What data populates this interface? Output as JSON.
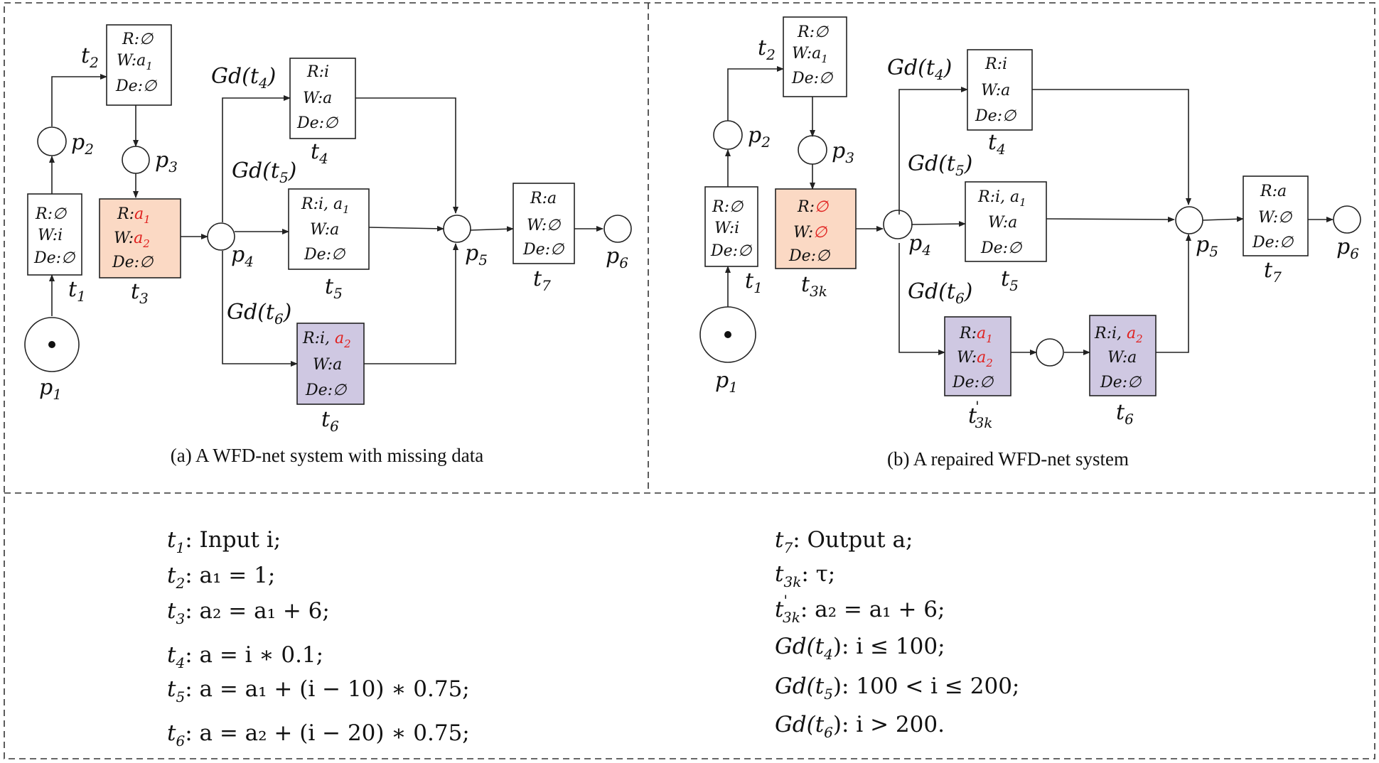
{
  "colors": {
    "orange_fill": "#fbd9c4",
    "purple_fill": "#cfc8e2",
    "red_text": "#e0201e",
    "line": "#222222"
  },
  "panel_a": {
    "caption": "(a) A WFD-net system with missing data",
    "places": {
      "p1": "p",
      "p1_sub": "1",
      "p2": "p",
      "p2_sub": "2",
      "p3": "p",
      "p3_sub": "3",
      "p4": "p",
      "p4_sub": "4",
      "p5": "p",
      "p5_sub": "5",
      "p6": "p",
      "p6_sub": "6"
    },
    "transitions": {
      "t1": {
        "name": "t",
        "sub": "1",
        "r": "R:∅",
        "w": "W:i",
        "de": "De:∅"
      },
      "t2": {
        "name": "t",
        "sub": "2",
        "r": "R:∅",
        "w": "W:a",
        "w_sub": "1",
        "de": "De:∅"
      },
      "t3": {
        "name": "t",
        "sub": "3",
        "r": "R:",
        "r_val": "a",
        "r_sub": "1",
        "w": "W:",
        "w_val": "a",
        "w_sub": "2",
        "de": "De:∅"
      },
      "t4": {
        "name": "t",
        "sub": "4",
        "r": "R:i",
        "w": "W:a",
        "de": "De:∅"
      },
      "t5": {
        "name": "t",
        "sub": "5",
        "r": "R:i, a",
        "r_sub": "1",
        "w": "W:a",
        "de": "De:∅"
      },
      "t6": {
        "name": "t",
        "sub": "6",
        "r": "R:i, ",
        "r_val": "a",
        "r_sub": "2",
        "w": "W:a",
        "de": "De:∅"
      },
      "t7": {
        "name": "t",
        "sub": "7",
        "r": "R:a",
        "w": "W:∅",
        "de": "De:∅"
      }
    },
    "guards": {
      "g4": "Gd(t",
      "g4_sub": "4",
      "g4_end": ")",
      "g5": "Gd(t",
      "g5_sub": "5",
      "g5_end": ")",
      "g6": "Gd(t",
      "g6_sub": "6",
      "g6_end": ")"
    }
  },
  "panel_b": {
    "caption": "(b) A repaired WFD-net system",
    "places": {
      "p1": "p",
      "p1_sub": "1",
      "p2": "p",
      "p2_sub": "2",
      "p3": "p",
      "p3_sub": "3",
      "p4": "p",
      "p4_sub": "4",
      "p5": "p",
      "p5_sub": "5",
      "p6": "p",
      "p6_sub": "6"
    },
    "transitions": {
      "t1": {
        "name": "t",
        "sub": "1",
        "r": "R:∅",
        "w": "W:i",
        "de": "De:∅"
      },
      "t2": {
        "name": "t",
        "sub": "2",
        "r": "R:∅",
        "w": "W:a",
        "w_sub": "1",
        "de": "De:∅"
      },
      "t3k": {
        "name": "t",
        "sub": "3k",
        "r": "R:",
        "r_val": "∅",
        "w": "W:",
        "w_val": "∅",
        "de": "De:∅"
      },
      "t4": {
        "name": "t",
        "sub": "4",
        "r": "R:i",
        "w": "W:a",
        "de": "De:∅"
      },
      "t5": {
        "name": "t",
        "sub": "5",
        "r": "R:i, a",
        "r_sub": "1",
        "w": "W:a",
        "de": "De:∅"
      },
      "t3kp": {
        "name": "t",
        "sup": "'",
        "sub": "3k",
        "r": "R:",
        "r_val": "a",
        "r_sub": "1",
        "w": "W:",
        "w_val": "a",
        "w_sub": "2",
        "de": "De:∅"
      },
      "t6": {
        "name": "t",
        "sub": "6",
        "r": "R:i, ",
        "r_val": "a",
        "r_sub": "2",
        "w": "W:a",
        "de": "De:∅"
      },
      "t7": {
        "name": "t",
        "sub": "7",
        "r": "R:a",
        "w": "W:∅",
        "de": "De:∅"
      }
    },
    "guards": {
      "g4": "Gd(t",
      "g4_sub": "4",
      "g4_end": ")",
      "g5": "Gd(t",
      "g5_sub": "5",
      "g5_end": ")",
      "g6": "Gd(t",
      "g6_sub": "6",
      "g6_end": ")"
    }
  },
  "legend": {
    "left": [
      {
        "t": "t",
        "sub": "1",
        "text": ":  Input i;"
      },
      {
        "t": "t",
        "sub": "2",
        "text": ":  a₁ = 1;"
      },
      {
        "t": "t",
        "sub": "3",
        "text": ": a₂ = a₁ + 6;"
      },
      {
        "t": "t",
        "sub": "4",
        "text": ": a = i ∗ 0.1;"
      },
      {
        "t": "t",
        "sub": "5",
        "text": ": a = a₁ + (i − 10) ∗ 0.75;"
      },
      {
        "t": "t",
        "sub": "6",
        "text": ": a = a₂ + (i − 20) ∗ 0.75;"
      }
    ],
    "right": [
      {
        "t": "t",
        "sub": "7",
        "text": ": Output  a;"
      },
      {
        "t": "t",
        "sub": "3k",
        "text": ":  τ;"
      },
      {
        "t": "t",
        "sub": "3k",
        "sup": "'",
        "text": ": a₂ = a₁ + 6;"
      },
      {
        "t": "Gd(t",
        "sub": "4",
        "text": "): i ≤ 100;"
      },
      {
        "t": "Gd(t",
        "sub": "5",
        "text": "): 100 < i ≤ 200;"
      },
      {
        "t": "Gd(t",
        "sub": "6",
        "text": "): i > 200."
      }
    ]
  }
}
